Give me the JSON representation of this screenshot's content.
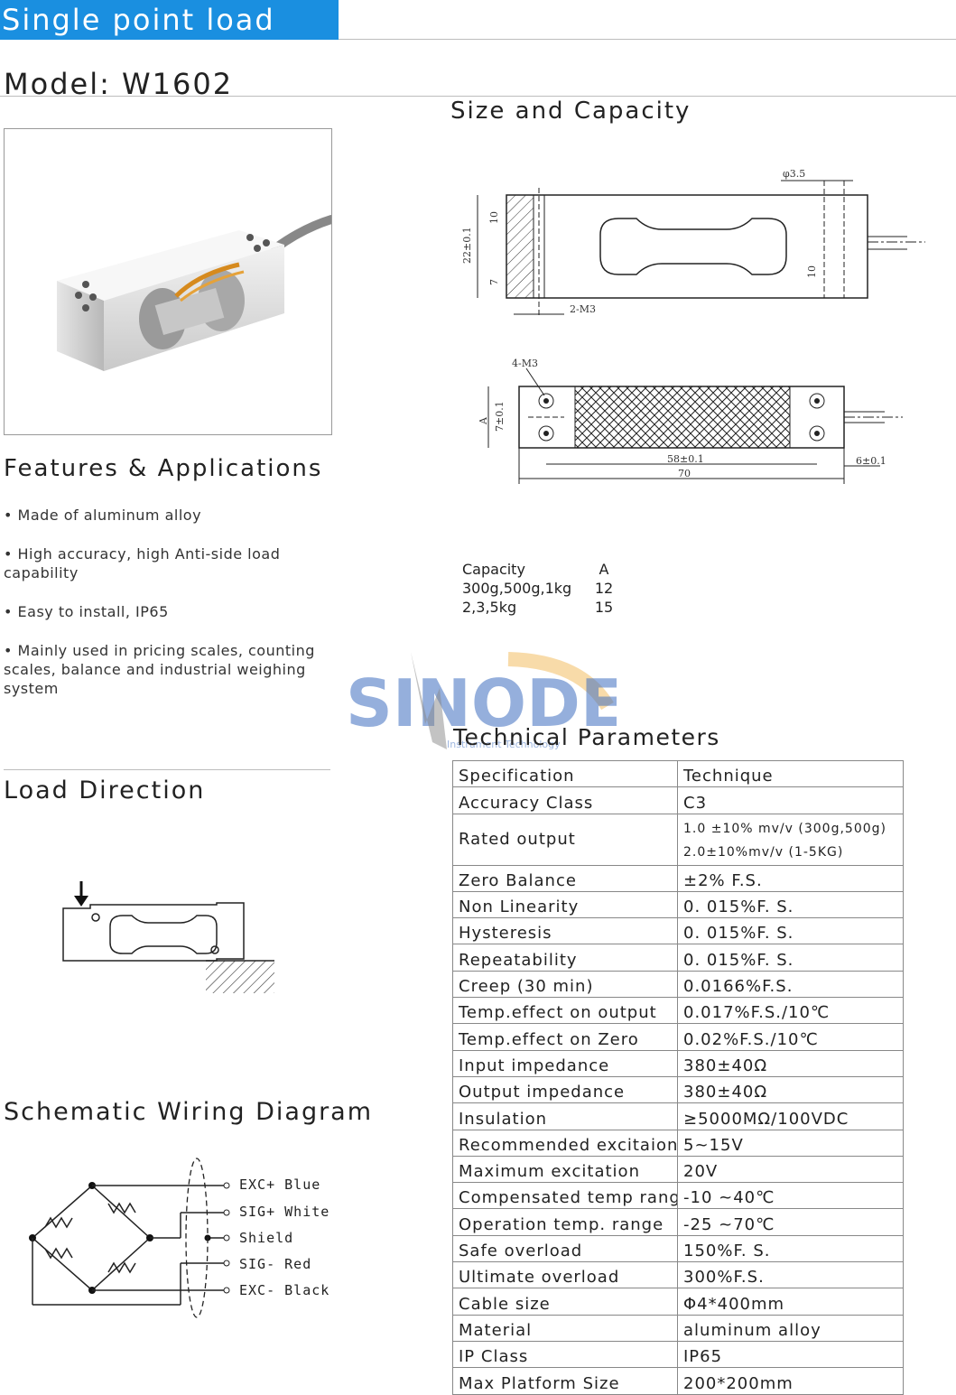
{
  "banner": {
    "title": "Single point load cell"
  },
  "model": {
    "label": "Model: W1602"
  },
  "headings": {
    "size_capacity": "Size and Capacity",
    "features": "Features & Applications",
    "load_direction": "Load Direction",
    "wiring": "Schematic Wiring Diagram",
    "tech_params": "Technical Parameters"
  },
  "features": [
    "• Made of aluminum alloy",
    "• High accuracy, high Anti-side load capability",
    "• Easy to install, IP65",
    "• Mainly used in pricing scales, counting scales, balance and industrial weighing system"
  ],
  "drawing": {
    "phi": "φ3.5",
    "h22": "22±0.1",
    "d10a": "10",
    "d7": "7",
    "d10b": "10",
    "m3_2": "2-M3",
    "m3_4": "4-M3",
    "a": "A",
    "d7b": "7±0.1",
    "d58": "58±0.1",
    "d70": "70",
    "d6": "6±0.1"
  },
  "capacity_table": {
    "header": [
      "Capacity",
      "A"
    ],
    "rows": [
      [
        "300g,500g,1kg",
        "12"
      ],
      [
        "2,3,5kg",
        "15"
      ]
    ]
  },
  "watermark": {
    "brand": "SINODER",
    "sub": "Instrument Technology"
  },
  "tech_table": {
    "header": [
      "Specification",
      "Technique"
    ],
    "rated_output": {
      "label": "Rated output",
      "line1": "1.0 ±10% mv/v (300g,500g)",
      "line2": "2.0±10%mv/v (1-5KG)"
    },
    "rows_a": [
      [
        "Accuracy Class",
        "C3"
      ]
    ],
    "rows_b": [
      [
        "Zero Balance",
        "±2% F.S."
      ],
      [
        "Non Linearity",
        "0. 015%F. S."
      ],
      [
        "Hysteresis",
        "0. 015%F. S."
      ],
      [
        "Repeatability",
        "0. 015%F. S."
      ],
      [
        "Creep (30 min)",
        "0.0166%F.S."
      ],
      [
        "Temp.effect on output",
        "0.017%F.S./10℃"
      ],
      [
        "Temp.effect on Zero",
        "0.02%F.S./10℃"
      ],
      [
        "Input impedance",
        "380±40Ω"
      ],
      [
        "Output impedance",
        "380±40Ω"
      ],
      [
        "Insulation",
        "≥5000MΩ/100VDC"
      ],
      [
        "Recommended excitaion",
        "5~15V"
      ],
      [
        "Maximum excitation",
        "20V"
      ],
      [
        "Compensated temp range",
        "-10 ~40℃"
      ],
      [
        "Operation temp. range",
        "-25 ~70℃"
      ],
      [
        "Safe overload",
        "150%F. S."
      ],
      [
        "Ultimate overload",
        "300%F.S."
      ],
      [
        "Cable size",
        "Φ4*400mm"
      ],
      [
        "Material",
        "aluminum alloy"
      ],
      [
        "IP Class",
        "IP65"
      ],
      [
        "Max Platform Size",
        "200*200mm"
      ]
    ]
  },
  "wiring": {
    "labels": [
      "EXC+ Blue",
      "SIG+ White",
      "Shield",
      "SIG- Red",
      "EXC- Black"
    ]
  },
  "colors": {
    "banner": "#1a8fe0",
    "watermark_blue": "#3f6fc0",
    "watermark_orange": "#f0b040"
  }
}
